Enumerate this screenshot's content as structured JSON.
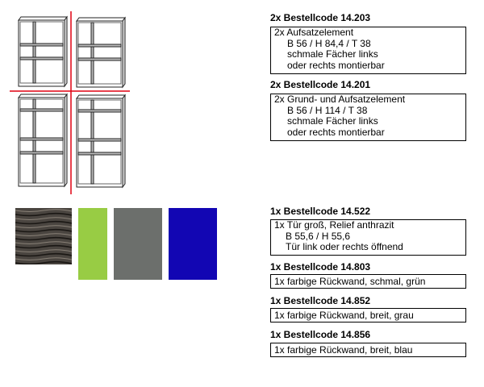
{
  "groups": [
    {
      "heading": "2x Bestellcode 14.203",
      "lines": [
        "2x Aufsatzelement",
        "B 56 / H 84,4 / T 38",
        "schmale Fächer links",
        "oder rechts montierbar"
      ]
    },
    {
      "heading": "2x Bestellcode 14.201",
      "lines": [
        "2x Grund- und Aufsatzelement",
        "B 56 / H 114 / T 38",
        "schmale Fächer links",
        "oder rechts montierbar"
      ]
    },
    {
      "heading": "1x Bestellcode 14.522",
      "lines": [
        "1x Tür groß, Relief anthrazit",
        "B 55,6 / H 55,6",
        "Tür link oder rechts öffnend"
      ]
    },
    {
      "heading": "1x Bestellcode 14.803",
      "lines": [
        "1x farbige Rückwand, schmal, grün"
      ]
    },
    {
      "heading": "1x Bestellcode 14.852",
      "lines": [
        "1x farbige Rückwand, breit, grau"
      ]
    },
    {
      "heading": "1x Bestellcode 14.856",
      "lines": [
        "1x farbige Rückwand, breit, blau"
      ]
    }
  ],
  "swatches": {
    "relief": "#4a4540",
    "green": "#98cc44",
    "gray": "#6c6f6c",
    "blue": "#1206b3"
  },
  "colors": {
    "divider": "#e00010"
  }
}
